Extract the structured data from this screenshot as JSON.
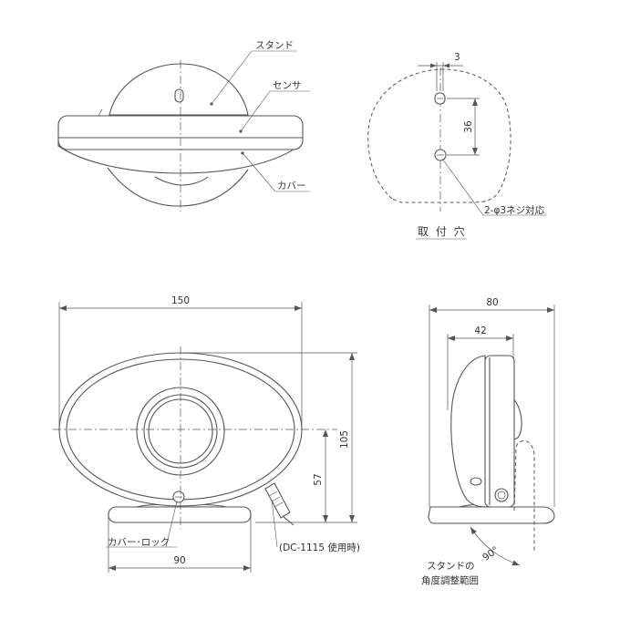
{
  "colors": {
    "line": "#555555",
    "text": "#333333",
    "background": "#ffffff"
  },
  "labels": {
    "stand": "スタンド",
    "sensor": "センサ",
    "cover": "カバー",
    "screw": "2-φ3ネジ対応",
    "mount_holes": "取 付 穴",
    "cover_lock": "カバー･ロック",
    "dc_note": "(DC-1115 使用時)",
    "stand_angle_line1": "スタンドの",
    "stand_angle_line2": "角度調整範囲"
  },
  "dimensions": {
    "hole_offset": "3",
    "hole_pitch": "36",
    "width": "150",
    "height": "105",
    "center_height": "57",
    "stand_width": "90",
    "depth": "80",
    "body_depth": "42",
    "stand_angle": "90°"
  }
}
